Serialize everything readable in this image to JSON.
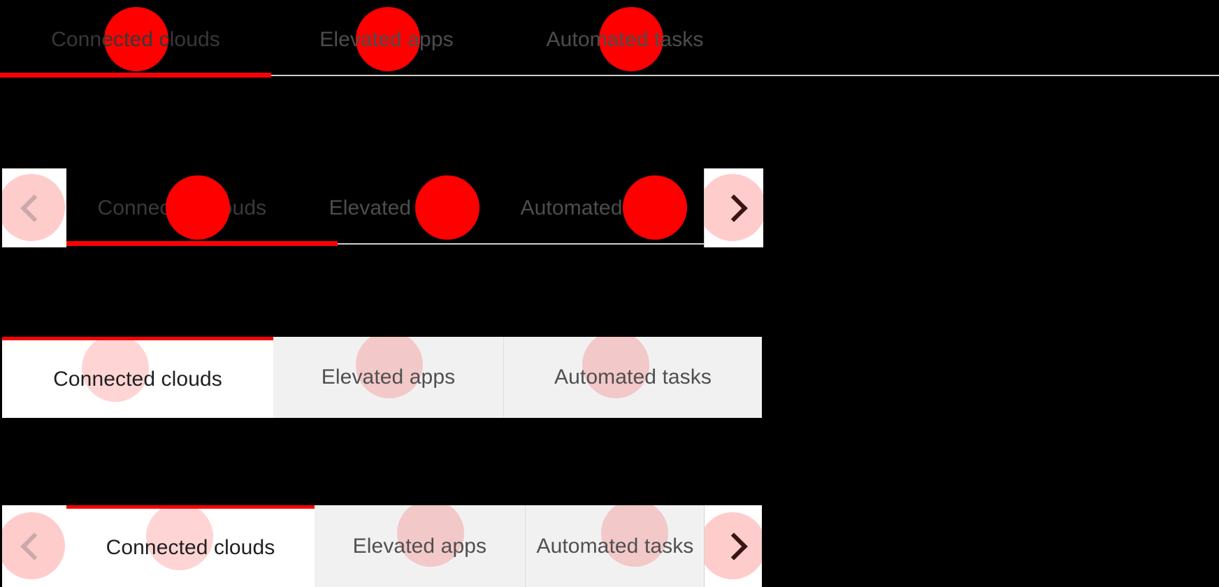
{
  "page": {
    "title": "Tabs component — four visual variants",
    "background_color": "#000000",
    "accent_color": "#fb0007",
    "highlight_color": "#ff0000"
  },
  "tabs": {
    "items": [
      {
        "label": "Connected clouds",
        "state": "selected"
      },
      {
        "label": "Elevated apps",
        "state": "unselected"
      },
      {
        "label": "Automated tasks",
        "state": "unselected"
      }
    ]
  },
  "variants": [
    {
      "name": "underline-tabs",
      "description": "Underline tab bar on dark background",
      "has_nav_arrows": false,
      "selected_index": 0
    },
    {
      "name": "underline-tabs-carousel",
      "description": "Underline tab bar with previous/next scroll arrows",
      "has_nav_arrows": true,
      "selected_index": 0
    },
    {
      "name": "boxed-tabs",
      "description": "Boxed tab bar with red top indicator on selected tab",
      "has_nav_arrows": false,
      "selected_index": 0
    },
    {
      "name": "boxed-tabs-carousel",
      "description": "Boxed tab bar with previous/next scroll arrows",
      "has_nav_arrows": true,
      "selected_index": 0
    }
  ],
  "nav": {
    "prev_label": "‹",
    "next_label": "›",
    "prev_icon": "chevron-left-icon",
    "next_icon": "chevron-right-icon"
  }
}
